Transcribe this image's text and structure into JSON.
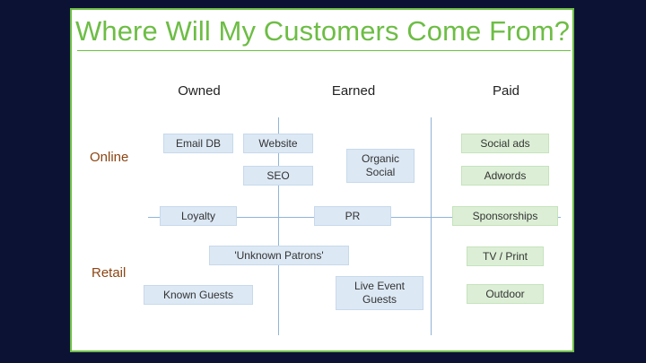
{
  "title": "Where Will My Customers Come From?",
  "columns": {
    "owned": "Owned",
    "earned": "Earned",
    "paid": "Paid"
  },
  "rows": {
    "online": "Online",
    "retail": "Retail"
  },
  "items": {
    "email_db": "Email DB",
    "website": "Website",
    "seo": "SEO",
    "organic_social_1": "Organic",
    "organic_social_2": "Social",
    "loyalty": "Loyalty",
    "pr": "PR",
    "unknown_patrons": "'Unknown Patrons'",
    "known_guests": "Known Guests",
    "live_event_1": "Live Event",
    "live_event_2": "Guests",
    "social_ads": "Social ads",
    "adwords": "Adwords",
    "sponsorships": "Sponsorships",
    "tv_print": "TV / Print",
    "outdoor": "Outdoor"
  },
  "colors": {
    "background": "#0b1233",
    "accent_green": "#6dbd45",
    "owned_earned_box": "#dce8f4",
    "paid_box": "#dcefd6",
    "axis": "#8fb4d6",
    "row_label": "#8b4513"
  }
}
